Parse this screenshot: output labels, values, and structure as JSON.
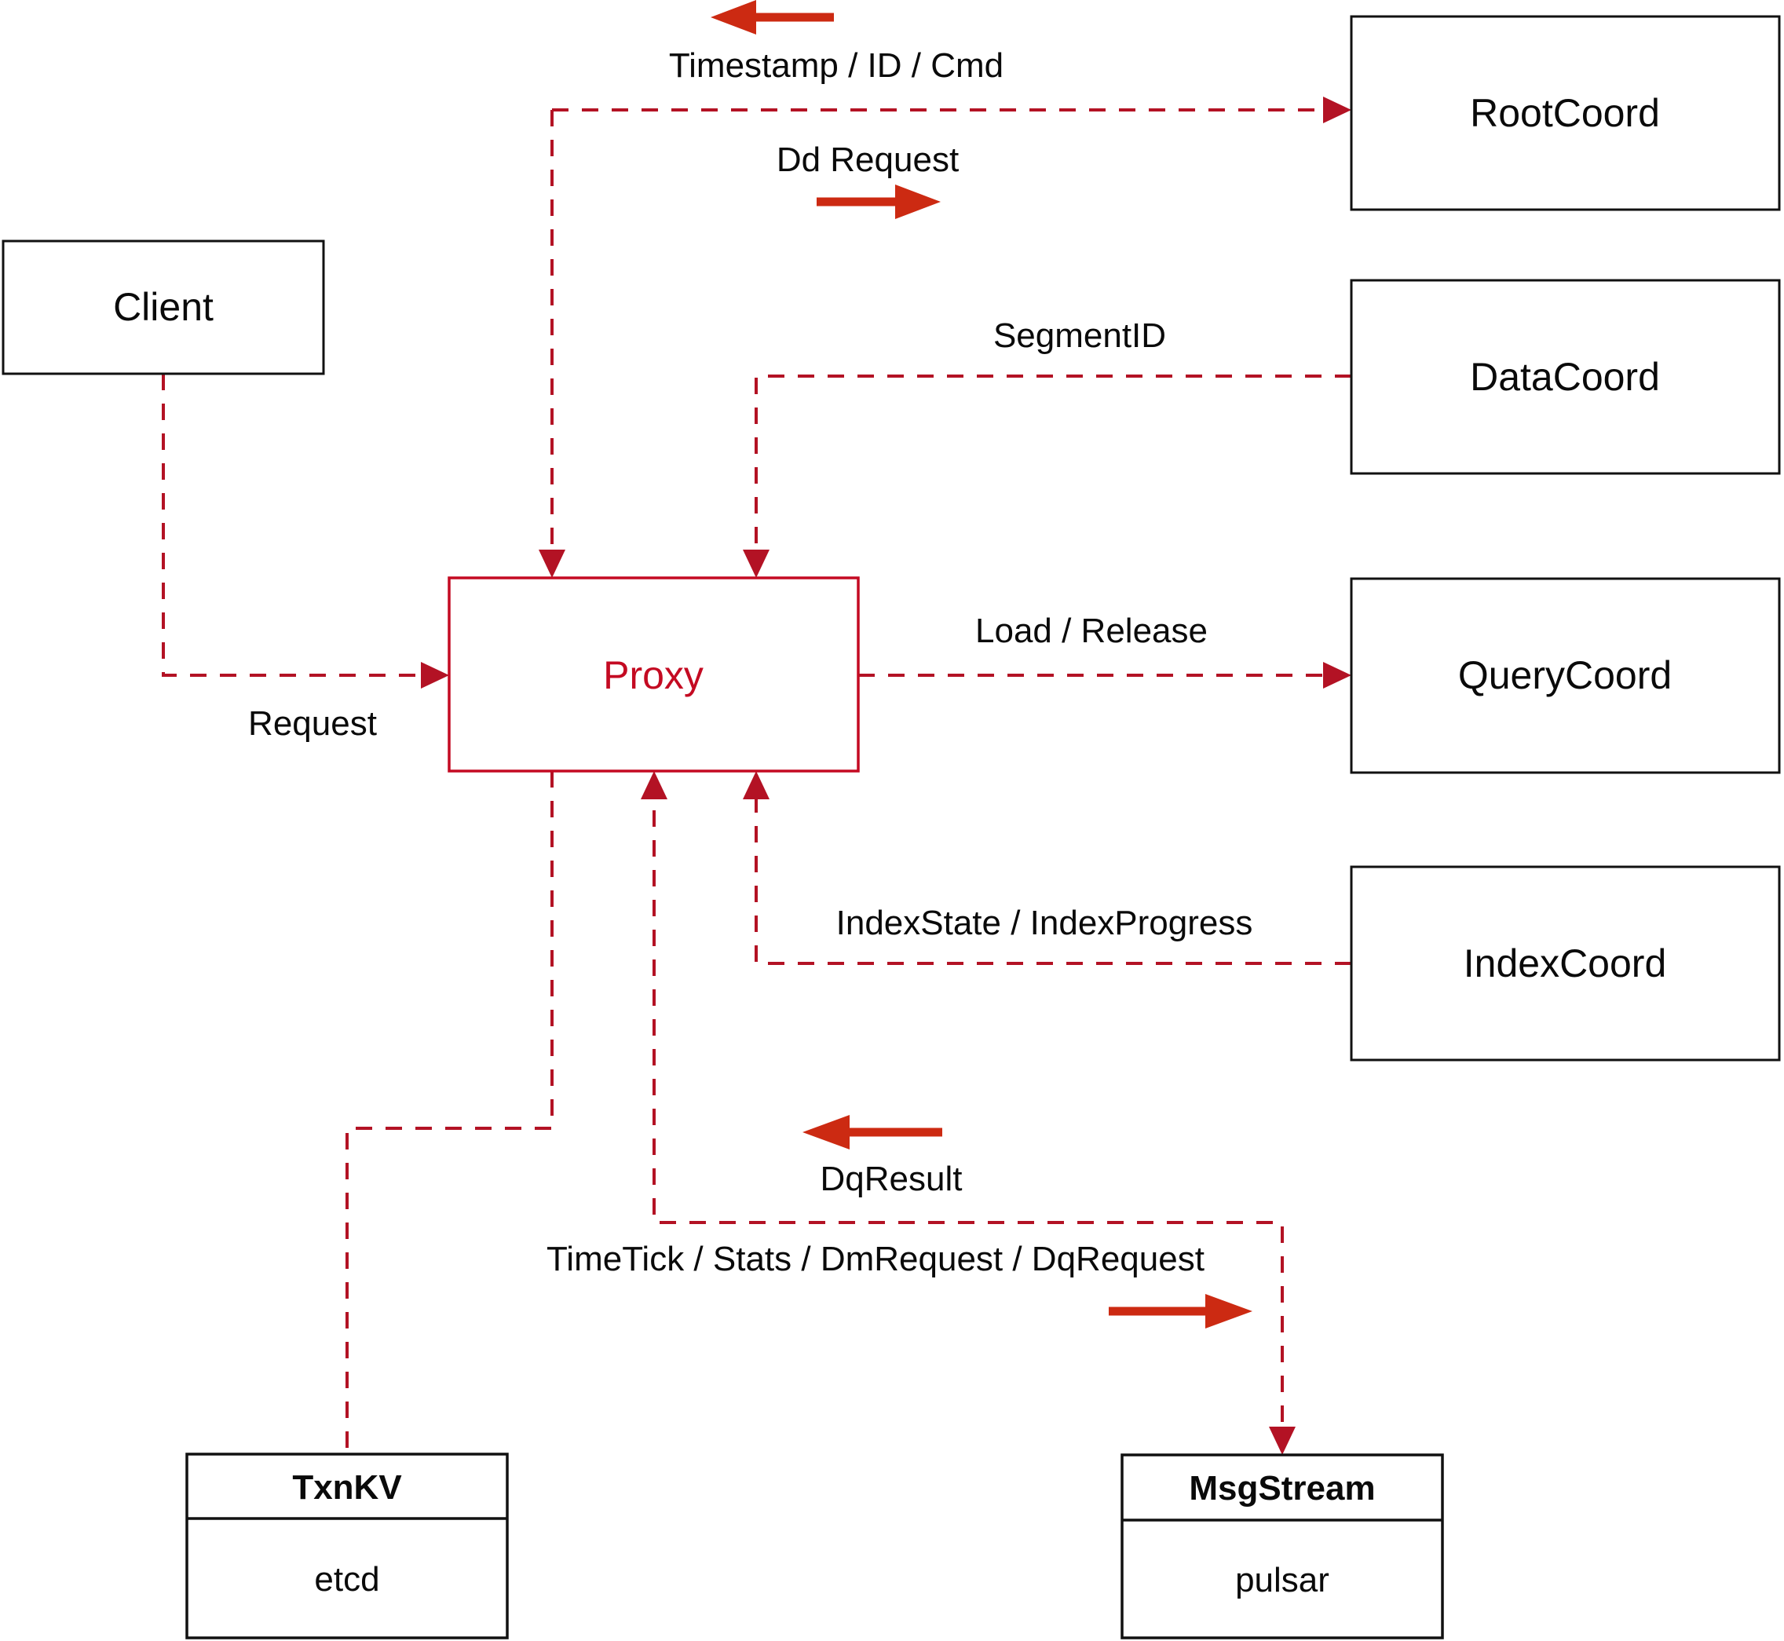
{
  "diagram": {
    "type": "architecture-flow-diagram",
    "colors": {
      "dashed_line_red": "#b31224",
      "solid_arrow_red": "#cc2a12",
      "proxy_accent_red": "#c40a22",
      "box_border_black": "#111111",
      "background": "#ffffff"
    },
    "nodes": {
      "client": {
        "label": "Client"
      },
      "proxy": {
        "label": "Proxy"
      },
      "root_coord": {
        "label": "RootCoord"
      },
      "data_coord": {
        "label": "DataCoord"
      },
      "query_coord": {
        "label": "QueryCoord"
      },
      "index_coord": {
        "label": "IndexCoord"
      },
      "txn_kv": {
        "title": "TxnKV",
        "impl": "etcd"
      },
      "msg_stream": {
        "title": "MsgStream",
        "impl": "pulsar"
      }
    },
    "edge_labels": {
      "timestamp_id_cmd": "Timestamp / ID / Cmd",
      "dd_request": "Dd Request",
      "segment_id": "SegmentID",
      "request": "Request",
      "load_release": "Load / Release",
      "index_state": "IndexState / IndexProgress",
      "dq_result": "DqResult",
      "timetick": "TimeTick / Stats / DmRequest / DqRequest"
    }
  }
}
